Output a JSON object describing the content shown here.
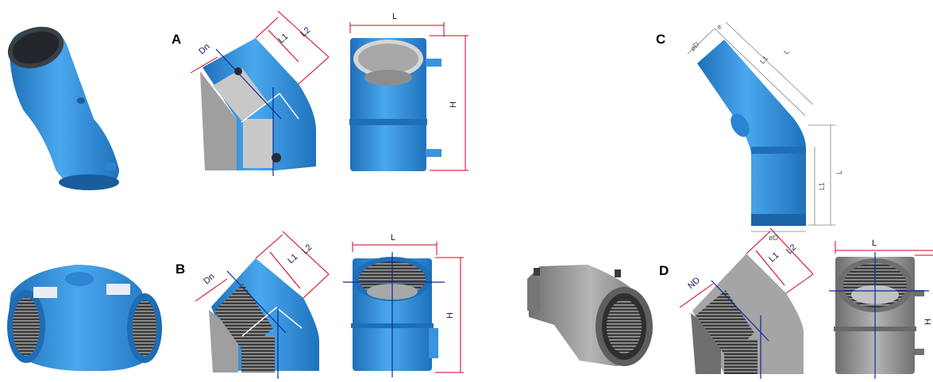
{
  "caption": "",
  "panels": {
    "A": {
      "letter": "A",
      "dn": "Dn",
      "l1": "L1",
      "l2": "L2",
      "l": "L",
      "h": "H"
    },
    "B": {
      "letter": "B",
      "dn": "Dn",
      "l1": "L1",
      "l2": "L2",
      "l": "L",
      "h": "H"
    },
    "C": {
      "letter": "C",
      "od_top": "øD",
      "e": "e",
      "l1": "L1",
      "l": "L",
      "l1_lower": "L1",
      "l_lower": "L",
      "od_bottom": "øD"
    },
    "D": {
      "letter": "D",
      "nd": "ND",
      "l1": "L1",
      "l2": "L2",
      "l": "L",
      "h": "H"
    }
  },
  "colors": {
    "fitting_blue": "#3d9be0",
    "fitting_dark": "#1f6fb7",
    "grey_fitting": "#8e8e8e",
    "dimension_red": "#d3001c",
    "axis_blue": "#0b2a9e"
  }
}
